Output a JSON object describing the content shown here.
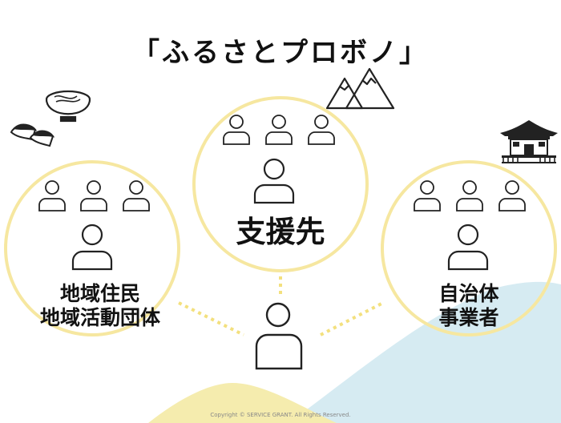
{
  "title": "「ふるさとプロボノ」",
  "nodes": {
    "center": {
      "label": "支援先"
    },
    "left": {
      "line1": "地域住民",
      "line2": "地域活動団体"
    },
    "right": {
      "line1": "自治体",
      "line2": "事業者"
    }
  },
  "icons": [
    "noodle-bowl-icon",
    "sushi-icon",
    "mountain-icon",
    "shrine-icon",
    "person-icon"
  ],
  "colors": {
    "circle": "#f6e7a0",
    "yellow_hill": "#f5ecae",
    "blue_hill": "#d6ebf2",
    "dots": "#f3e07e",
    "line": "#222222"
  },
  "footer": {
    "copyright": "Copyright © SERVICE GRANT. All Rights Reserved."
  }
}
